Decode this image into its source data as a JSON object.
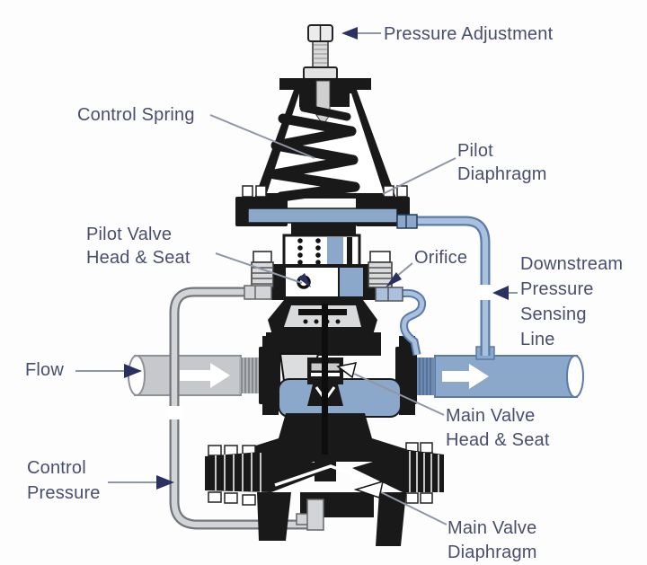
{
  "diagram": {
    "type": "technical-cutaway",
    "subject": "pilot-operated pressure reducing valve",
    "labels": {
      "pressure_adjustment": {
        "line1": "Pressure Adjustment"
      },
      "control_spring": {
        "line1": "Control Spring"
      },
      "pilot_diaphragm": {
        "line1": "Pilot",
        "line2": "Diaphragm"
      },
      "pilot_valve_head_seat": {
        "line1": "Pilot Valve",
        "line2": "Head & Seat"
      },
      "orifice": {
        "line1": "Orifice"
      },
      "downstream_pressure_sensing_line": {
        "line1": "Downstream",
        "line2": "Pressure",
        "line3": "Sensing",
        "line4": "Line"
      },
      "flow": {
        "line1": "Flow"
      },
      "main_valve_head_seat": {
        "line1": "Main Valve",
        "line2": "Head & Seat"
      },
      "control_pressure": {
        "line1": "Control",
        "line2": "Pressure"
      },
      "main_valve_diaphragm": {
        "line1": "Main Valve",
        "line2": "Diaphragm"
      }
    },
    "icons": {
      "label_arrowhead": "filled navy triangle",
      "flow_arrow": "hollow white right arrow",
      "diaphragm_pointer": "white outlined triangle"
    },
    "colors": {
      "background": "#fdfdfd",
      "label_text": "#474e70",
      "leader_line": "#8f96a4",
      "arrowhead": "#2a3060",
      "metal_black": "#191919",
      "metal_light": "#d9dadc",
      "metal_mid": "#b0b3b7",
      "pipe_gray": "#c6c8cb",
      "pipe_gray_edge": "#8e9196",
      "fluid_blue": "#8ba7c9",
      "fluid_blue_dark": "#5a7aa8",
      "fluid_blue_light": "#a9c1de",
      "tube_gray": "#d2d4d7",
      "tube_gray_dark": "#72767c",
      "white": "#ffffff"
    }
  }
}
